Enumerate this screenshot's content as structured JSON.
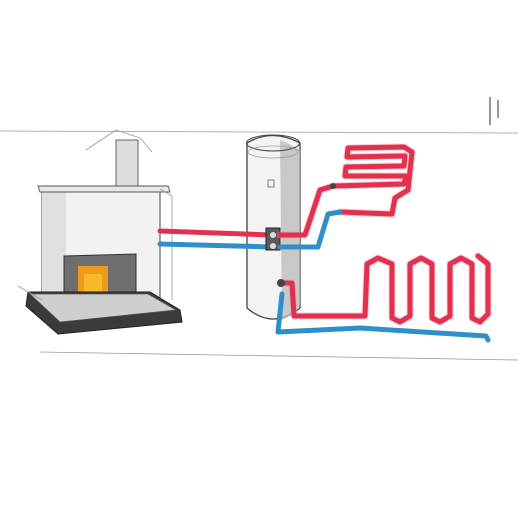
{
  "diagram": {
    "components": [
      {
        "id": "fireplace",
        "icon": "fireplace-icon"
      },
      {
        "id": "storage-tank",
        "icon": "boiler-tank-icon"
      },
      {
        "id": "radiator-coil",
        "icon": "radiator-coil-icon"
      },
      {
        "id": "underfloor-loop",
        "icon": "floor-heating-loop-icon"
      }
    ],
    "connections": [
      {
        "from": "fireplace",
        "to": "storage-tank",
        "kind": "hot-supply"
      },
      {
        "from": "storage-tank",
        "to": "fireplace",
        "kind": "cold-return"
      },
      {
        "from": "storage-tank",
        "to": "radiator-coil",
        "kind": "hot-supply"
      },
      {
        "from": "radiator-coil",
        "to": "storage-tank",
        "kind": "cold-return"
      },
      {
        "from": "storage-tank",
        "to": "underfloor-loop",
        "kind": "hot-supply"
      },
      {
        "from": "underfloor-loop",
        "to": "storage-tank",
        "kind": "cold-return"
      }
    ],
    "colors": {
      "hot_pipe": "#e2304f",
      "cold_pipe": "#2f8fc9",
      "fire": "#f09a1c",
      "fire_core": "#f7c02a",
      "fireplace_base": "#3b3b3b",
      "tank_shade": "#b9b9b9"
    }
  }
}
